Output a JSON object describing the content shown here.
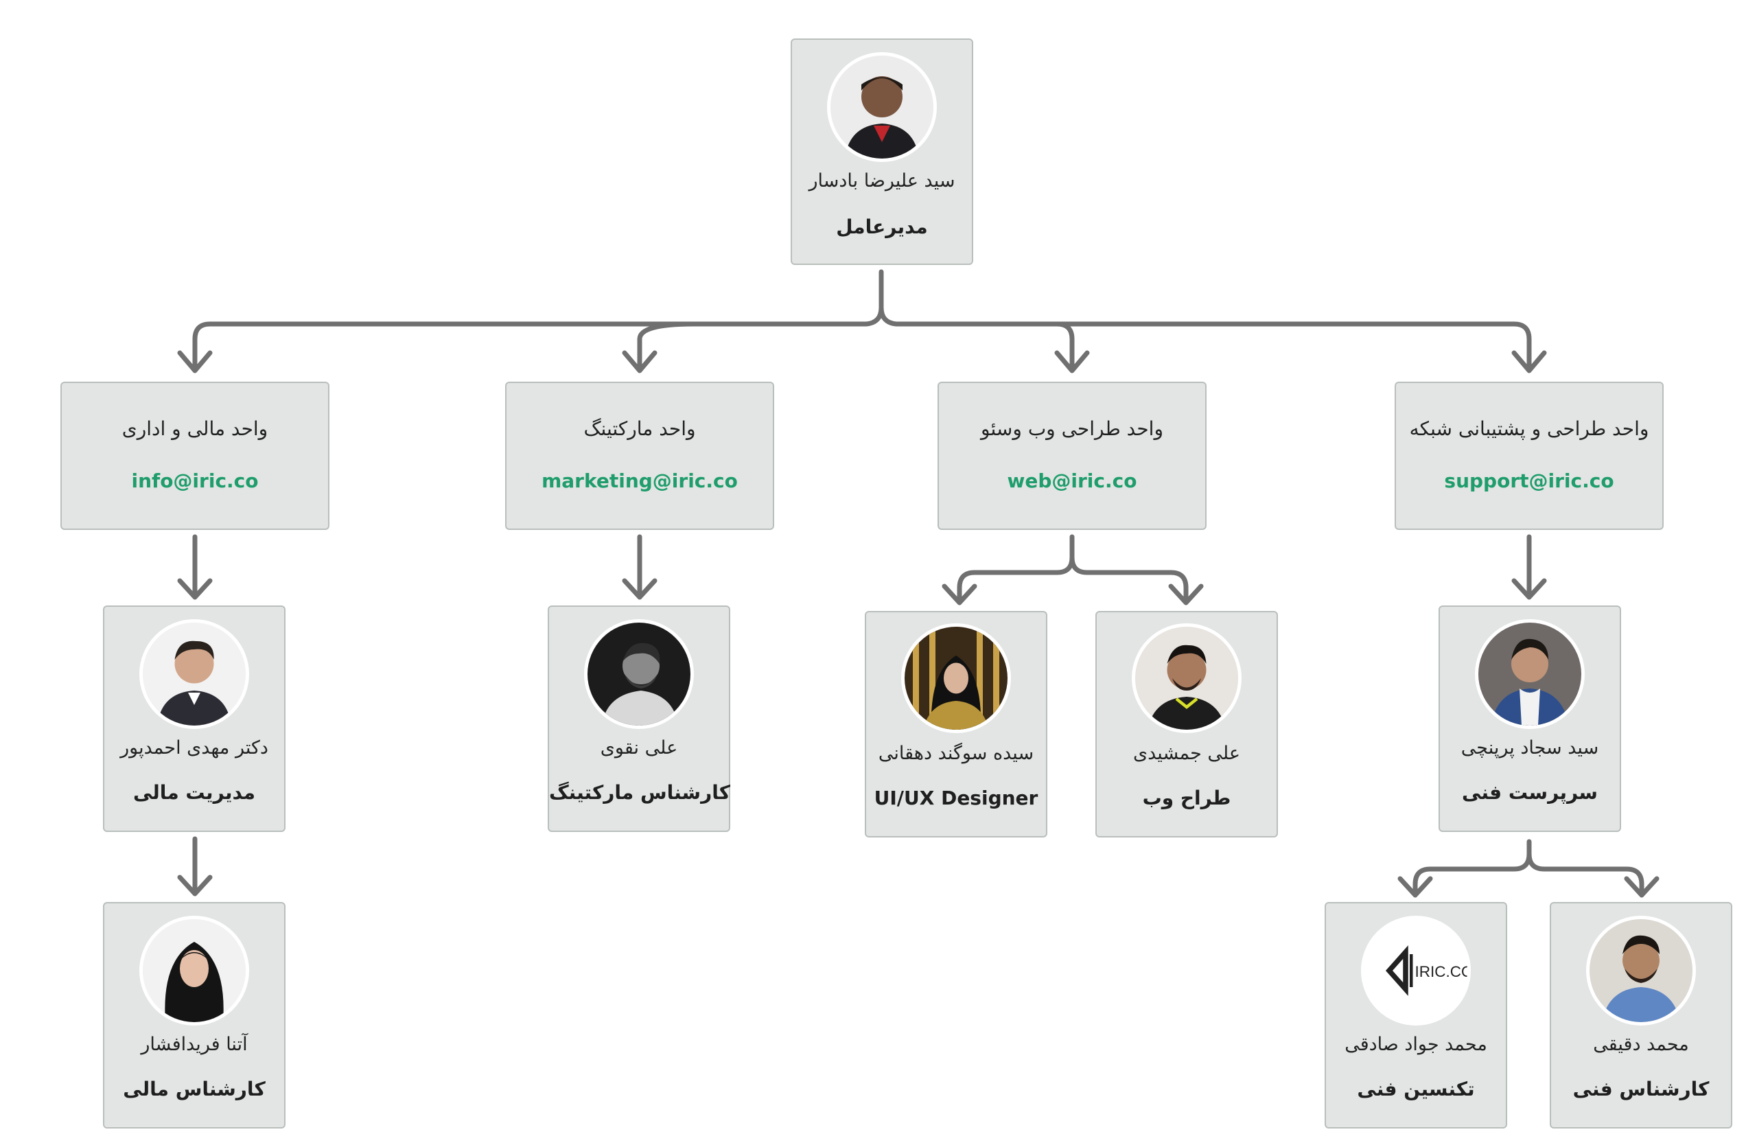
{
  "accent_color": "#1f9d6c",
  "line_color": "#707070",
  "ceo": {
    "name": "سید علیرضا بادسار",
    "role": "مدیرعامل",
    "avatar": "person-photo"
  },
  "units": [
    {
      "name": "واحد مالی و اداری",
      "email": "info@iric.co"
    },
    {
      "name": "واحد مارکتینگ",
      "email": "marketing@iric.co"
    },
    {
      "name": "واحد طراحی وب وسئو",
      "email": "web@iric.co"
    },
    {
      "name": "واحد طراحی و پشتیبانی شبکه",
      "email": "support@iric.co"
    }
  ],
  "people": {
    "finance_manager": {
      "name": "دکتر مهدی احمدپور",
      "role": "مدیریت مالی",
      "avatar": "person-photo"
    },
    "finance_expert": {
      "name": "آتنا فریدافشار",
      "role": "کارشناس مالی",
      "avatar": "person-photo"
    },
    "marketing_expert": {
      "name": "علی نقوی",
      "role": "کارشناس مارکتینگ",
      "avatar": "person-photo"
    },
    "uiux_designer": {
      "name": "سیده سوگند دهقانی",
      "role": "UI/UX Designer",
      "avatar": "person-photo"
    },
    "web_designer": {
      "name": "علی جمشیدی",
      "role": "طراح وب",
      "avatar": "person-photo"
    },
    "tech_supervisor": {
      "name": "سید سجاد پرپنچی",
      "role": "سرپرست فنی",
      "avatar": "person-photo"
    },
    "technician": {
      "name": "محمد جواد صادقی",
      "role": "تکنسین فنی",
      "avatar": "company-logo",
      "logo_text": "IRIC.CO"
    },
    "tech_expert": {
      "name": "محمد دقیقی",
      "role": "کارشناس فنی",
      "avatar": "person-photo"
    }
  }
}
